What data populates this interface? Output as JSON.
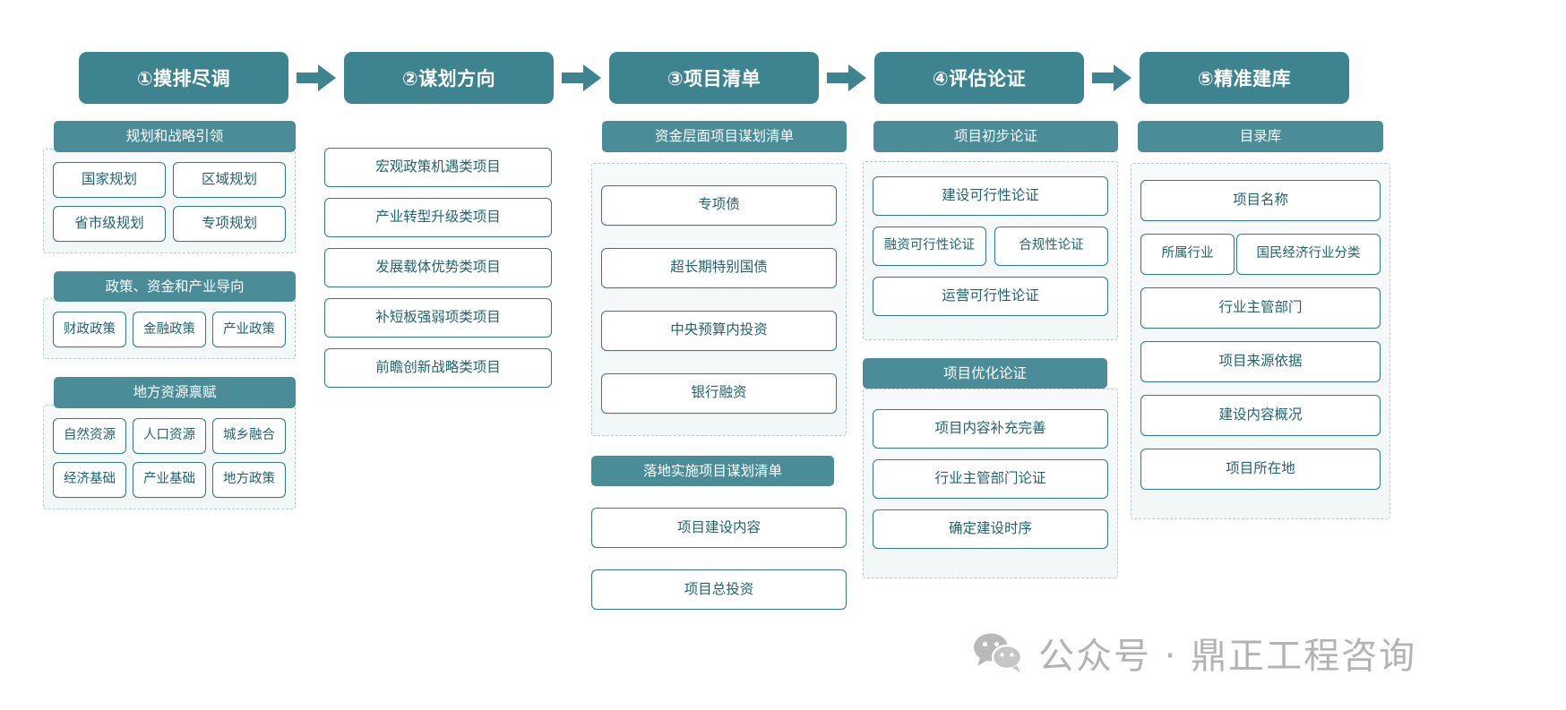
{
  "theme": {
    "accent": "#3e8490",
    "header_fill": "#4a8c98",
    "box_border": "#327a86",
    "box_text": "#1f6470",
    "dashed_border": "#b9c9cd",
    "watermark_color": "#b3b3b3"
  },
  "stages": [
    {
      "label": "①摸排尽调"
    },
    {
      "label": "②谋划方向"
    },
    {
      "label": "③项目清单"
    },
    {
      "label": "④评估论证"
    },
    {
      "label": "⑤精准建库"
    }
  ],
  "arrow_icon": "right-arrow-icon",
  "columns": [
    {
      "id": "col1",
      "groups": [
        {
          "header": "规划和战略引领",
          "rows": [
            [
              "国家规划",
              "区域规划"
            ],
            [
              "省市级规划",
              "专项规划"
            ]
          ]
        },
        {
          "header": "政策、资金和产业导向",
          "rows": [
            [
              "财政政策",
              "金融政策",
              "产业政策"
            ]
          ]
        },
        {
          "header": "地方资源禀赋",
          "rows": [
            [
              "自然资源",
              "人口资源",
              "城乡融合"
            ],
            [
              "经济基础",
              "产业基础",
              "地方政策"
            ]
          ]
        }
      ]
    },
    {
      "id": "col2",
      "items": [
        "宏观政策机遇类项目",
        "产业转型升级类项目",
        "发展载体优势类项目",
        "补短板强弱项类项目",
        "前瞻创新战略类项目"
      ]
    },
    {
      "id": "col3",
      "groups": [
        {
          "header": "资金层面项目谋划清单",
          "items": [
            "专项债",
            "超长期特别国债",
            "中央预算内投资",
            "银行融资"
          ]
        },
        {
          "header": "落地实施项目谋划清单",
          "items": [
            "项目建设内容",
            "项目总投资"
          ]
        }
      ]
    },
    {
      "id": "col4",
      "groups": [
        {
          "header": "项目初步论证",
          "full_items_top": [
            "建设可行性论证"
          ],
          "pair": [
            "融资可行性论证",
            "合规性论证"
          ],
          "full_items_bottom": [
            "运营可行性论证"
          ]
        },
        {
          "header": "项目优化论证",
          "items": [
            "项目内容补充完善",
            "行业主管部门论证",
            "确定建设时序"
          ]
        }
      ]
    },
    {
      "id": "col5",
      "groups": [
        {
          "header": "目录库",
          "first": "项目名称",
          "pair": [
            "所属行业",
            "国民经济行业分类"
          ],
          "rest": [
            "行业主管部门",
            "项目来源依据",
            "建设内容概况",
            "项目所在地"
          ]
        }
      ]
    }
  ],
  "watermark": {
    "icon": "wechat-icon",
    "text": "公众号 · 鼎正工程咨询"
  }
}
